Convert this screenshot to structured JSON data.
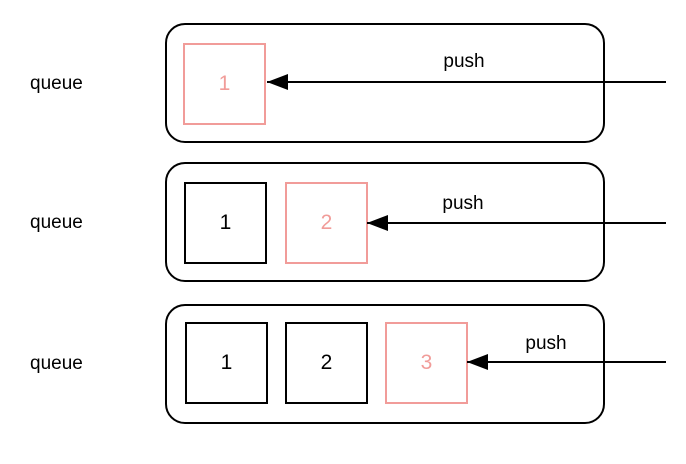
{
  "diagram": {
    "type": "queue-push-sequence",
    "background_color": "#ffffff",
    "stroke_color": "#000000",
    "highlight_color": "#F19C99",
    "rows": [
      {
        "label": "queue",
        "action_label": "push",
        "boxes": [
          {
            "value": "1",
            "highlight": true
          }
        ]
      },
      {
        "label": "queue",
        "action_label": "push",
        "boxes": [
          {
            "value": "1",
            "highlight": false
          },
          {
            "value": "2",
            "highlight": true
          }
        ]
      },
      {
        "label": "queue",
        "action_label": "push",
        "boxes": [
          {
            "value": "1",
            "highlight": false
          },
          {
            "value": "2",
            "highlight": false
          },
          {
            "value": "3",
            "highlight": true
          }
        ]
      }
    ]
  }
}
